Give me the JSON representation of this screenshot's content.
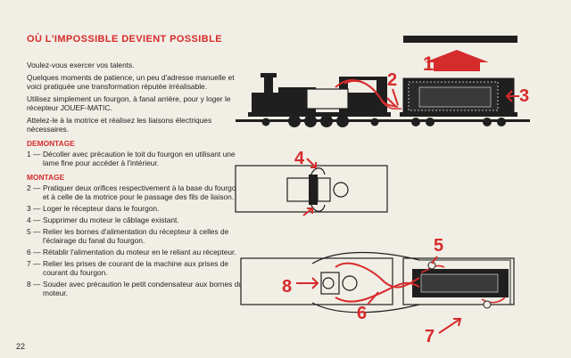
{
  "title": "OÙ L'IMPOSSIBLE DEVIENT POSSIBLE",
  "intro": [
    "Voulez-vous exercer vos talents.",
    "Quelques moments de patience, un peu d'adresse manuelle et voici pratiquée une transformation réputée irréalisable.",
    "Utilisez simplement un fourgon, à fanal arrière, pour y loger le récepteur JOUEF-MATIC.",
    "Attelez-le à la motrice et réalisez les liaisons électriques nécessaires."
  ],
  "demontage": {
    "heading": "DEMONTAGE",
    "steps": [
      {
        "num": "1 —",
        "text": "Décoller avec précaution le toit du fourgon en utilisant une lame fine pour accéder à l'intérieur."
      }
    ]
  },
  "montage": {
    "heading": "MONTAGE",
    "steps": [
      {
        "num": "2 —",
        "text": "Pratiquer deux orifices respectivement à la base du fourgon et à celle de la motrice pour le passage des fils de liaison."
      },
      {
        "num": "3 —",
        "text": "Loger le récepteur dans le fourgon."
      },
      {
        "num": "4 —",
        "text": "Supprimer du moteur le câblage existant."
      },
      {
        "num": "5 —",
        "text": "Relier les bornes d'alimentation du récepteur à celles de l'éclairage du fanal du fourgon."
      },
      {
        "num": "6 —",
        "text": "Rétablir l'alimentation du moteur en le reliant au récepteur."
      },
      {
        "num": "7 —",
        "text": "Relier les prises de courant de la machine aux prises de courant du fourgon."
      },
      {
        "num": "8 —",
        "text": "Souder avec précaution le petit condensateur aux bornes du moteur."
      }
    ]
  },
  "labels": {
    "n1": "1",
    "n2": "2",
    "n3": "3",
    "n4": "4",
    "n5": "5",
    "n6": "6",
    "n7": "7",
    "n8": "8"
  },
  "page_number": "22",
  "colors": {
    "accent": "#d62b2b",
    "ink": "#1f1f1f",
    "paper": "#f1eee6"
  }
}
